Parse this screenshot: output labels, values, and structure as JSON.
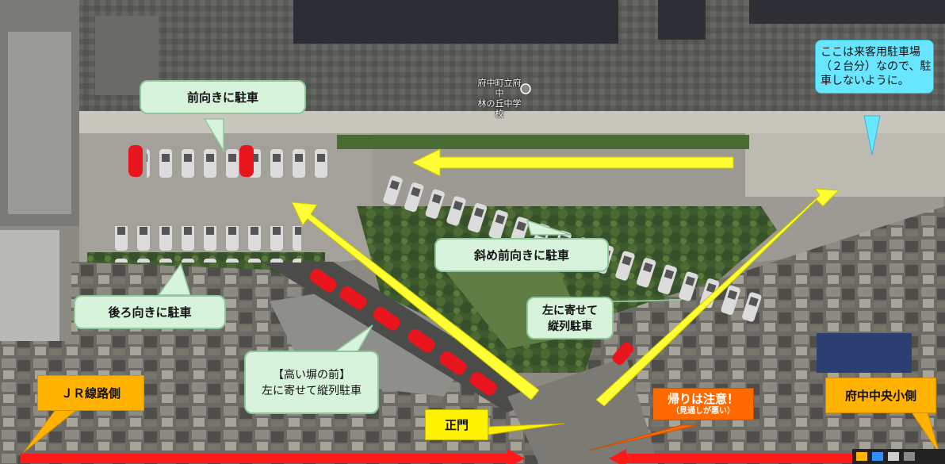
{
  "map": {
    "place_label": "府中町立府中\n林の丘中学校",
    "labels": {
      "front_parking": "前向きに駐車",
      "visitor_parking": [
        "ここは来客用駐車場",
        "（２台分）なので、駐",
        "車しないように。"
      ],
      "diagonal_parking": "斜め前向きに駐車",
      "back_parking": "後ろ向きに駐車",
      "left_parallel": [
        "左に寄せて",
        "縦列駐車"
      ],
      "wall_parallel": [
        "【高い塀の前】",
        "左に寄せて縦列駐車"
      ],
      "jr_side": "ＪＲ線路側",
      "main_gate": "正門",
      "caution_main": "帰りは注意！",
      "caution_sub": "（見通しが悪い）",
      "fuchu_side": "府中中央小側"
    },
    "colors": {
      "route_arrow": "#ffff33",
      "entry_arrow": "#ff1a1a",
      "car_marker": "#e8141e"
    },
    "icons": [
      "car-marker-icon",
      "place-pin-icon",
      "map-data-icon"
    ]
  }
}
